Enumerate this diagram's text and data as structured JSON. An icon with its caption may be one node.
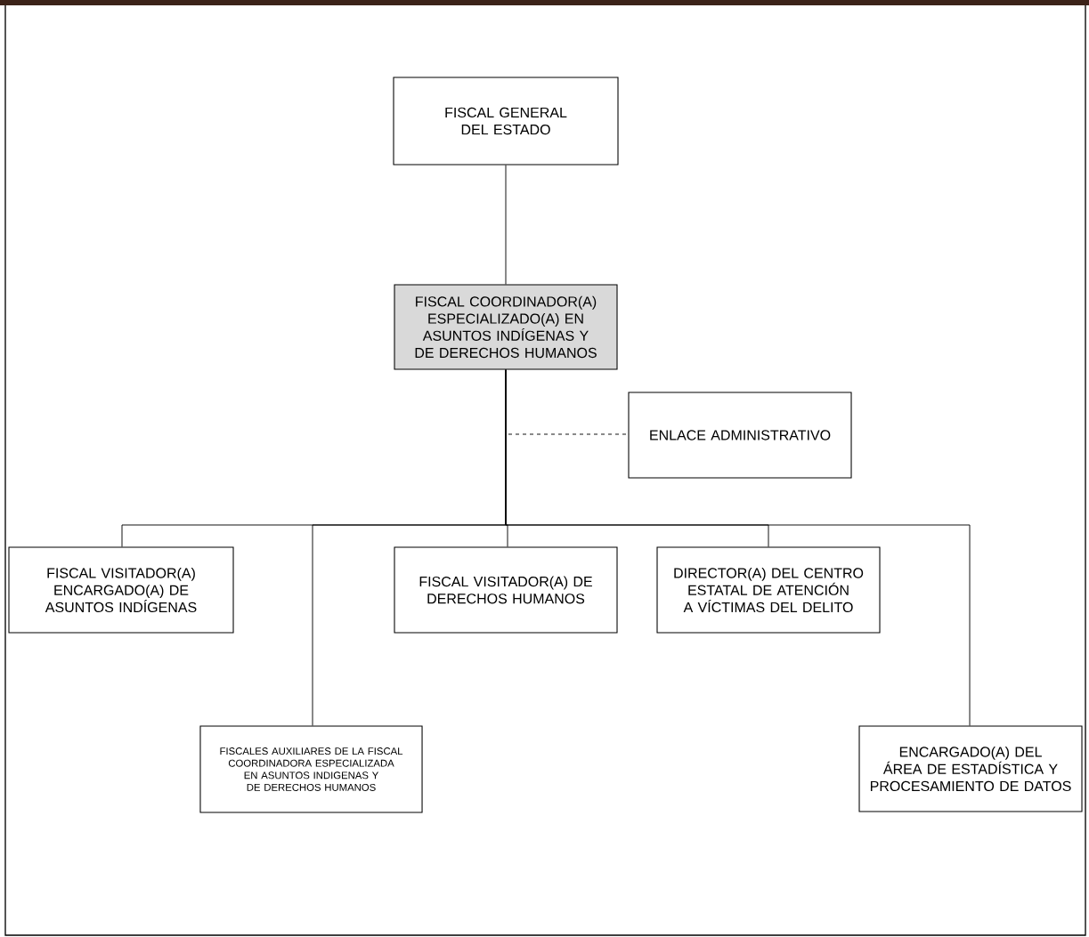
{
  "diagram": {
    "nodes": [
      {
        "text": [
          "FISCAL GENERAL DEL ESTADO"
        ]
      },
      {
        "text": [
          "FISCAL COORDINADOR(A) ESPECIALIZADO(A) EN ASUNTOS INDÍGENAS Y DE DERECHOS HUMANOS"
        ]
      },
      {
        "text": [
          "ENLACE ADMINISTRATIVO"
        ]
      },
      {
        "text": [
          "FISCAL VISITADOR(A) ENCARGADO(A) DE ASUNTOS INDÍGENAS"
        ]
      },
      {
        "text": [
          "FISCAL VISITADOR(A) DE DERECHOS HUMANOS"
        ]
      },
      {
        "text": [
          "DIRECTOR(A) DEL CENTRO ESTATAL DE ATENCIÓN A VÍCTIMAS DEL DELITO"
        ]
      },
      {
        "text": [
          "FISCALES AUXILIARES DE LA FISCAL COORDINADORA ESPECIALIZADA EN ASUNTOS INDIGENAS Y DE DERECHOS HUMANOS"
        ]
      },
      {
        "text": [
          "ENCARGADO(A) DEL ÁREA DE ESTADÍSTICA Y PROCESAMIENTO DE DATOS"
        ]
      }
    ],
    "edges": [
      {
        "from": 0,
        "to": 1,
        "arrow": "none"
      },
      {
        "from": 1,
        "to": 2,
        "arrow": "none",
        "style": "dashed"
      },
      {
        "from": 1,
        "to": 3,
        "arrow": "none"
      },
      {
        "from": 1,
        "to": 6,
        "arrow": "none"
      },
      {
        "from": 1,
        "to": 4,
        "arrow": "none"
      },
      {
        "from": 1,
        "to": 5,
        "arrow": "none"
      },
      {
        "from": 1,
        "to": 7,
        "arrow": "none"
      }
    ]
  }
}
